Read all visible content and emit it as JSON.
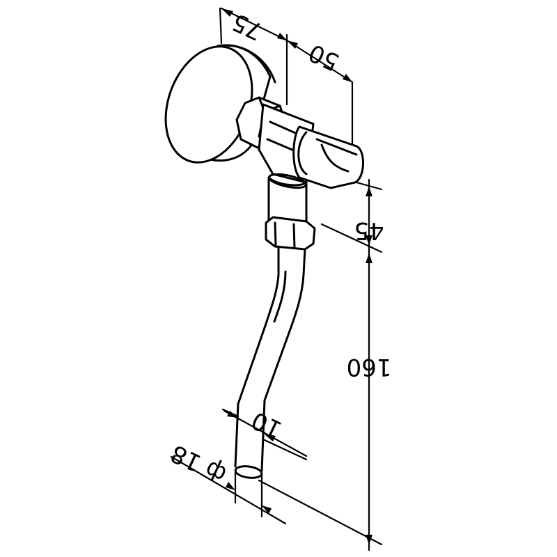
{
  "diagram": {
    "type": "technical-drawing",
    "subject": "angle valve with offset outlet tube",
    "line_color": "#000000",
    "background": "#ffffff"
  },
  "dimensions": {
    "d75": "75",
    "d50": "50",
    "d45": "45",
    "d160": "160",
    "d10": "10",
    "d18": "ф 18"
  }
}
